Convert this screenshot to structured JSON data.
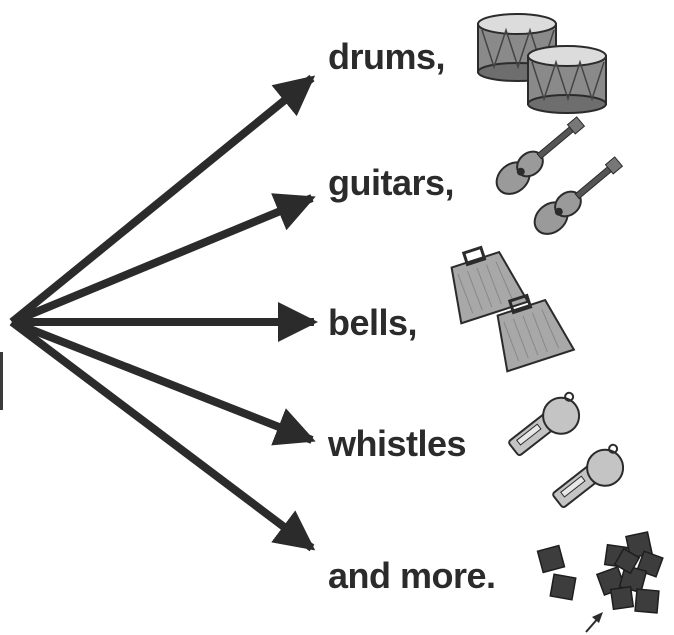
{
  "items": [
    {
      "label": "drums,",
      "icon": "drum-icon"
    },
    {
      "label": "guitars,",
      "icon": "guitar-icon"
    },
    {
      "label": "bells,",
      "icon": "cowbell-icon"
    },
    {
      "label": "whistles",
      "icon": "whistle-icon"
    },
    {
      "label": "and more.",
      "icon": "scattered-squares-icon"
    }
  ],
  "colors": {
    "ink": "#2b2b2b",
    "drum_body": "#8a8a8a",
    "instrument_fill": "#9a9a9a",
    "square_fill": "#3d3d3d"
  }
}
